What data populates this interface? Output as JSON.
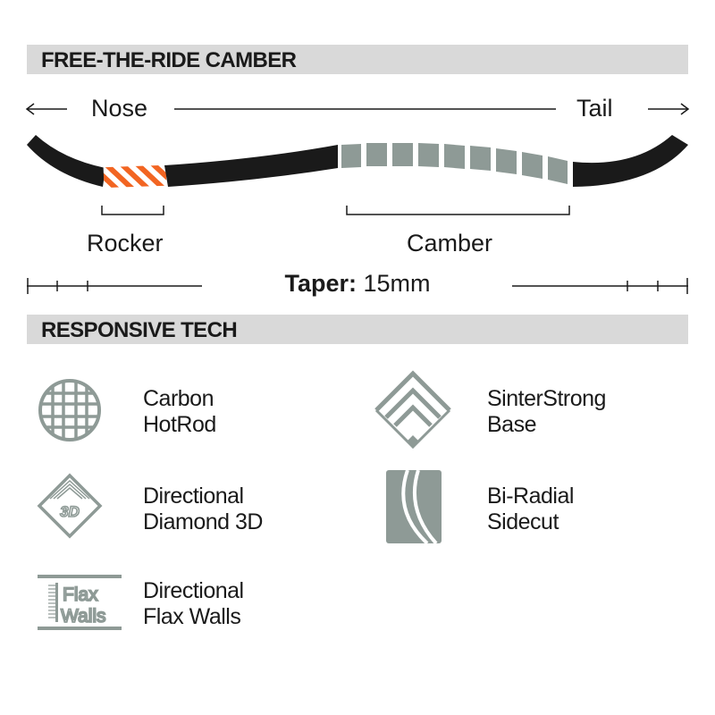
{
  "camber_section": {
    "title": "FREE-THE-RIDE CAMBER",
    "nose_label": "Nose",
    "tail_label": "Tail",
    "rocker_label": "Rocker",
    "camber_label": "Camber",
    "taper_label": "Taper:",
    "taper_value": "15mm"
  },
  "tech_section": {
    "title": "RESPONSIVE TECH",
    "items": [
      {
        "line1": "Carbon",
        "line2": "HotRod",
        "icon": "carbon-grid-icon"
      },
      {
        "line1": "SinterStrong",
        "line2": "Base",
        "icon": "sinterstrong-diamond-icon"
      },
      {
        "line1": "Directional",
        "line2": "Diamond 3D",
        "icon": "diamond-3d-icon",
        "icon_text": "3D"
      },
      {
        "line1": "Bi-Radial",
        "line2": "Sidecut",
        "icon": "bi-radial-sidecut-icon"
      },
      {
        "line1": "Directional",
        "line2": "Flax Walls",
        "icon": "flax-walls-icon",
        "icon_text_1": "Flax",
        "icon_text_2": "Walls"
      }
    ]
  },
  "colors": {
    "board": "#1a1a1a",
    "rocker_accent": "#f26522",
    "camber_segments": "#8e9a96",
    "icon_gray": "#8e9a96",
    "section_bar": "#d9d9d9"
  }
}
